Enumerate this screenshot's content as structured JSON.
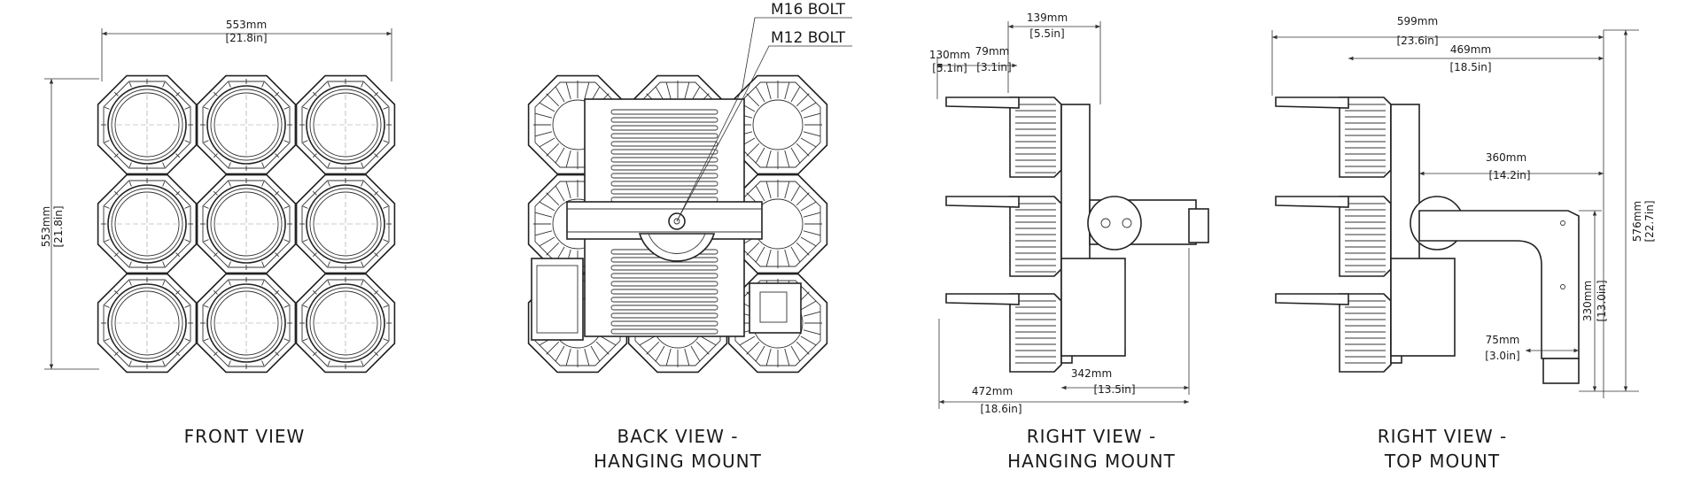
{
  "views": [
    {
      "id": "front",
      "caption_lines": [
        "FRONT VIEW"
      ],
      "dims": [
        {
          "mm": "553mm",
          "in": "[21.8in]"
        },
        {
          "mm": "553mm",
          "in": "[21.8in]"
        }
      ]
    },
    {
      "id": "back",
      "caption_lines": [
        "BACK VIEW -",
        "HANGING MOUNT"
      ],
      "callouts": [
        "M16 BOLT",
        "M12 BOLT"
      ]
    },
    {
      "id": "right-hanging",
      "caption_lines": [
        "RIGHT VIEW -",
        "HANGING MOUNT"
      ],
      "dims": [
        {
          "mm": "139mm",
          "in": "[5.5in]"
        },
        {
          "mm": "130mm",
          "in": "[5.1in]"
        },
        {
          "mm": "79mm",
          "in": "[3.1in]"
        },
        {
          "mm": "342mm",
          "in": "[13.5in]"
        },
        {
          "mm": "472mm",
          "in": "[18.6in]"
        }
      ]
    },
    {
      "id": "right-top",
      "caption_lines": [
        "RIGHT VIEW -",
        "TOP MOUNT"
      ],
      "dims": [
        {
          "mm": "599mm",
          "in": "[23.6in]"
        },
        {
          "mm": "469mm",
          "in": "[18.5in]"
        },
        {
          "mm": "360mm",
          "in": "[14.2in]"
        },
        {
          "mm": "576mm",
          "in": "[22.7in]"
        },
        {
          "mm": "330mm",
          "in": "[13.0in]"
        },
        {
          "mm": "75mm",
          "in": "[3.0in]"
        }
      ]
    }
  ]
}
